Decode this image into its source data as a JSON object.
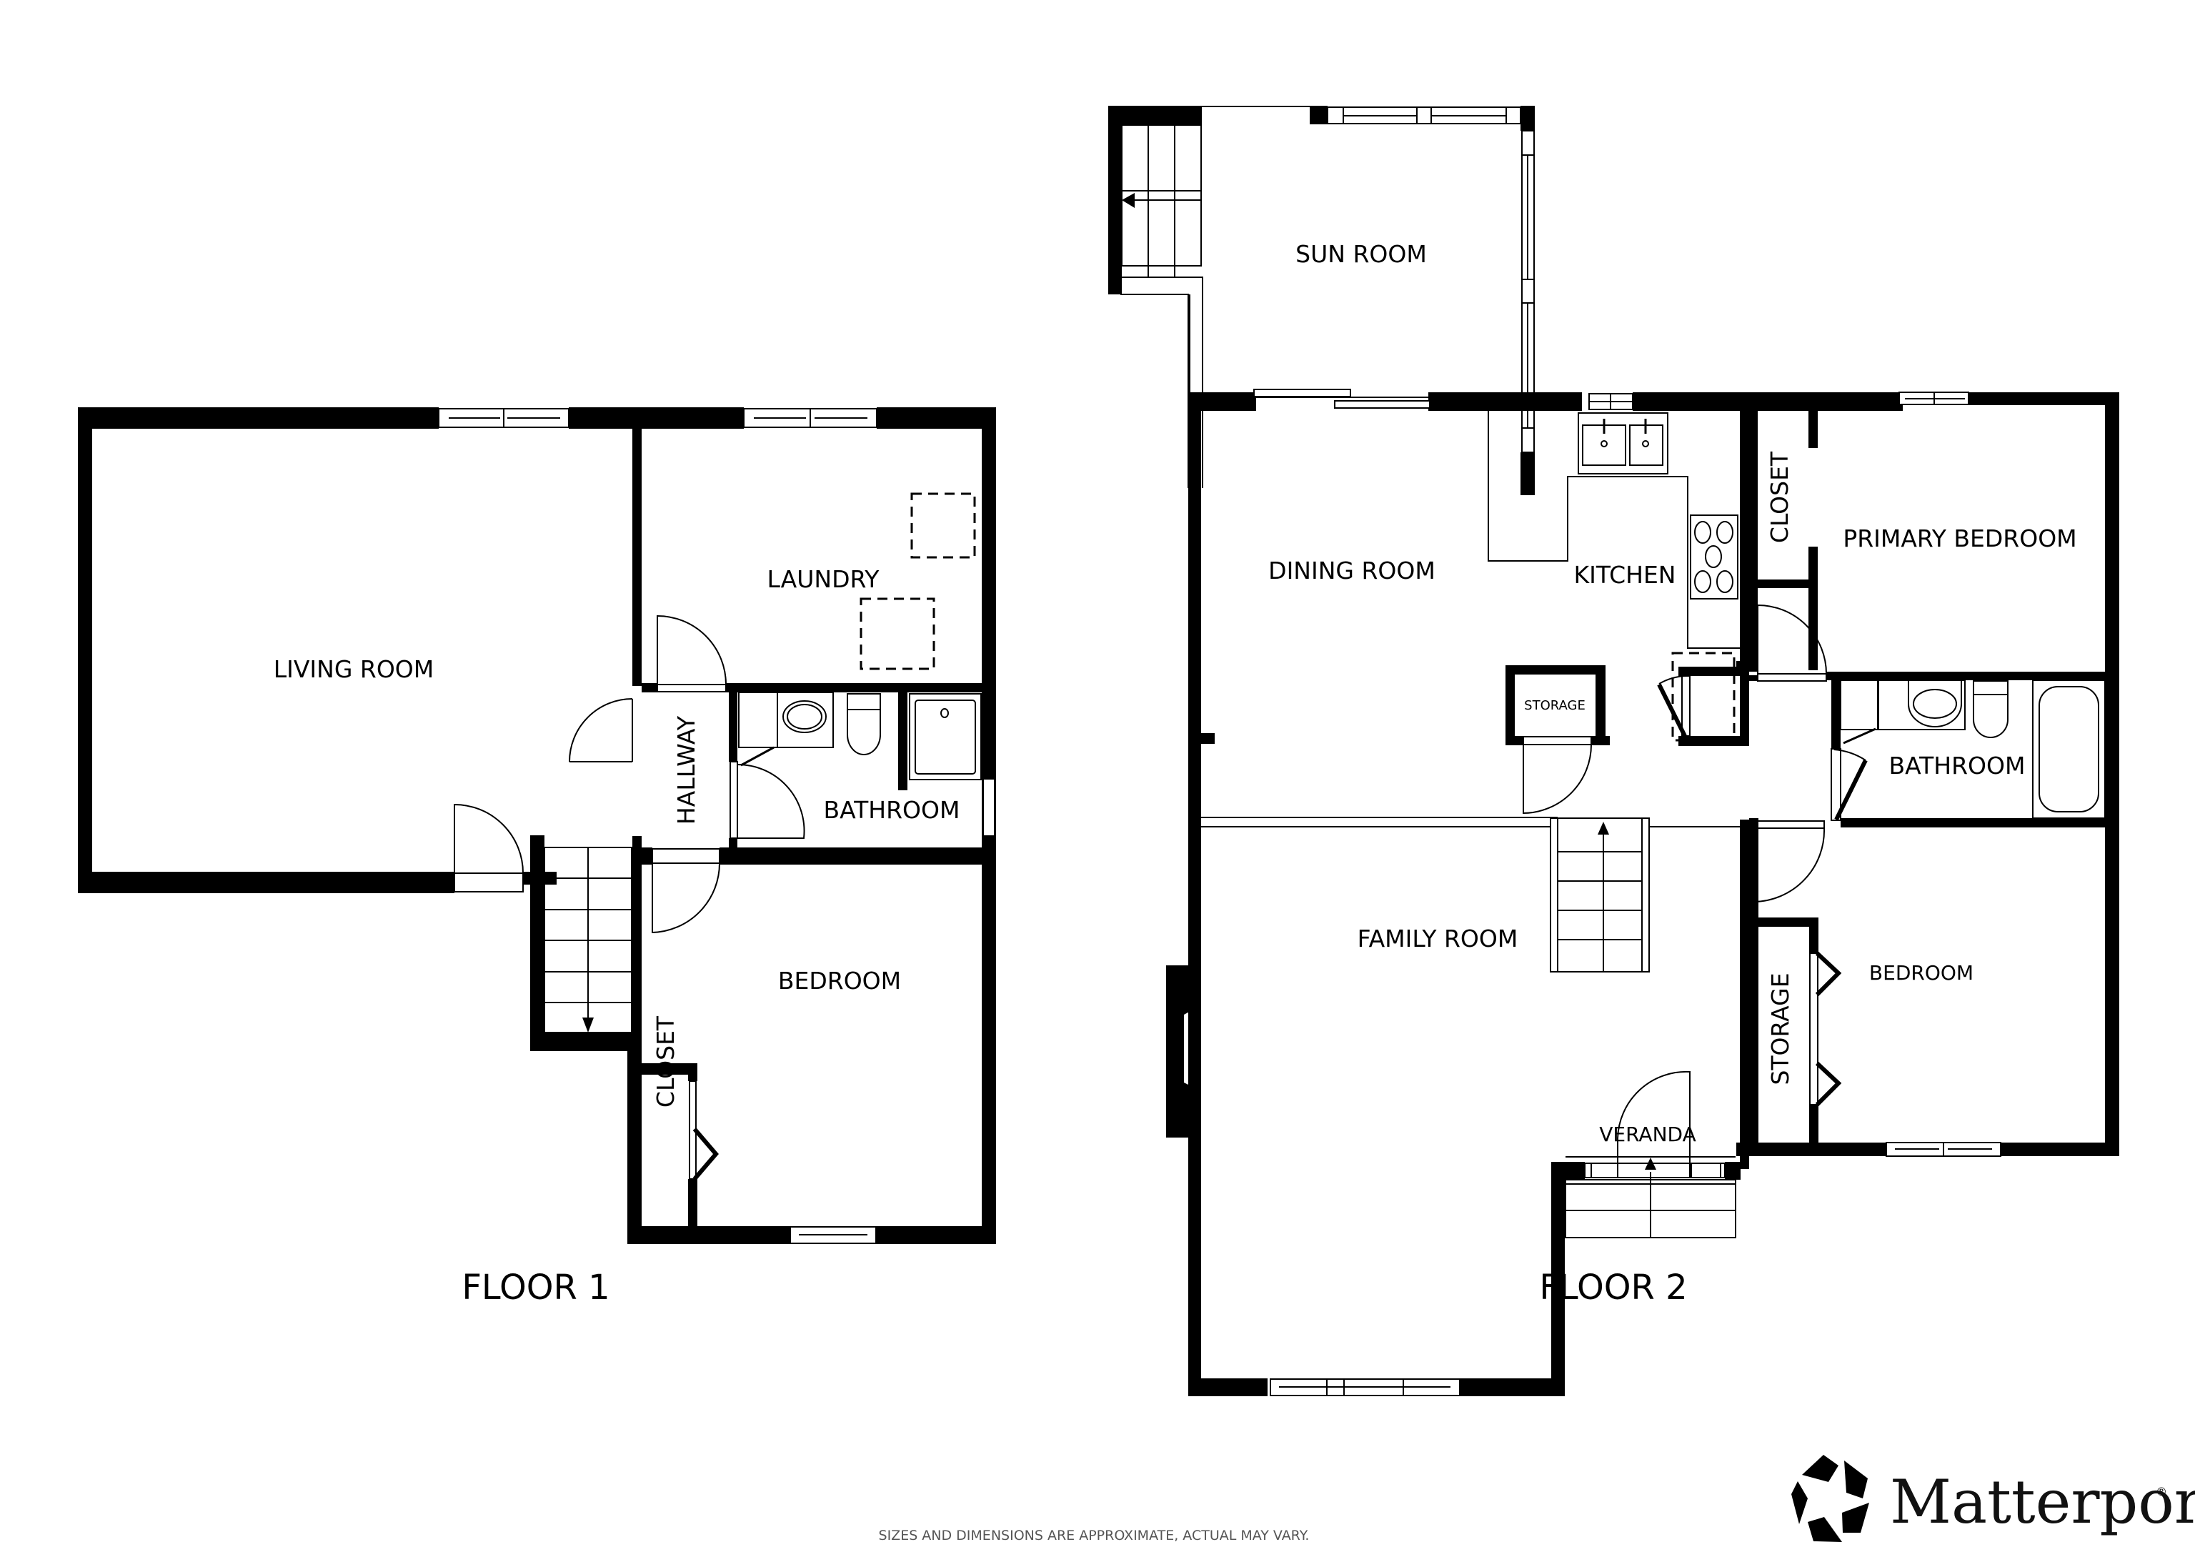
{
  "floors": [
    {
      "label": "FLOOR 1",
      "rooms": {
        "living_room": "LIVING ROOM",
        "laundry": "LAUNDRY",
        "hallway": "HALLWAY",
        "bathroom": "BATHROOM",
        "bedroom": "BEDROOM",
        "closet": "CLOSET"
      }
    },
    {
      "label": "FLOOR 2",
      "rooms": {
        "sun_room": "SUN ROOM",
        "dining_room": "DINING ROOM",
        "kitchen": "KITCHEN",
        "storage_small": "STORAGE",
        "closet": "CLOSET",
        "primary_bedroom": "PRIMARY BEDROOM",
        "bathroom": "BATHROOM",
        "family_room": "FAMILY ROOM",
        "veranda": "VERANDA",
        "storage": "STORAGE",
        "bedroom": "BEDROOM"
      }
    }
  ],
  "footer": {
    "disclaimer": "SIZES AND DIMENSIONS ARE APPROXIMATE, ACTUAL MAY VARY.",
    "brand": "Matterport",
    "registered_mark": "®"
  },
  "colors": {
    "wall": "#000000",
    "background": "#ffffff",
    "disclaimer_text": "#555555"
  }
}
